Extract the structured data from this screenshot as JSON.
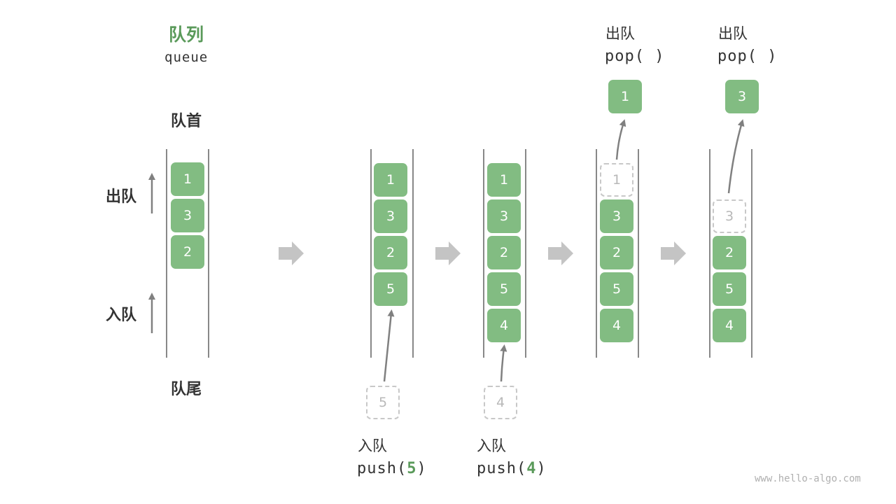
{
  "title": {
    "cn": "队列",
    "en": "queue"
  },
  "labels": {
    "front": "队首",
    "rear": "队尾",
    "dequeue": "出队",
    "enqueue": "入队"
  },
  "queues": [
    {
      "id": "initial",
      "items": [
        "1",
        "3",
        "2"
      ]
    },
    {
      "id": "after-push-5",
      "items": [
        "1",
        "3",
        "2",
        "5"
      ],
      "incoming": "5"
    },
    {
      "id": "after-push-4",
      "items": [
        "1",
        "3",
        "2",
        "5",
        "4"
      ],
      "incoming": "4"
    },
    {
      "id": "after-pop-1",
      "removed": "1",
      "items": [
        "3",
        "2",
        "5",
        "4"
      ],
      "popped": "1"
    },
    {
      "id": "after-pop-3",
      "removed": "3",
      "items": [
        "2",
        "5",
        "4"
      ],
      "popped": "3"
    }
  ],
  "operations": {
    "push5": {
      "cn": "入队",
      "code_pre": "push(",
      "arg": "5",
      "code_post": ")"
    },
    "push4": {
      "cn": "入队",
      "code_pre": "push(",
      "arg": "4",
      "code_post": ")"
    },
    "pop1": {
      "cn": "出队",
      "code": "pop( )"
    },
    "pop2": {
      "cn": "出队",
      "code": "pop( )"
    }
  },
  "watermark": "www.hello-algo.com",
  "colors": {
    "box": "#82bc82",
    "accent": "#5a9a5a",
    "ghost_border": "#c8c8c8",
    "arrow": "#808080",
    "step_arrow": "#c4c4c4"
  }
}
